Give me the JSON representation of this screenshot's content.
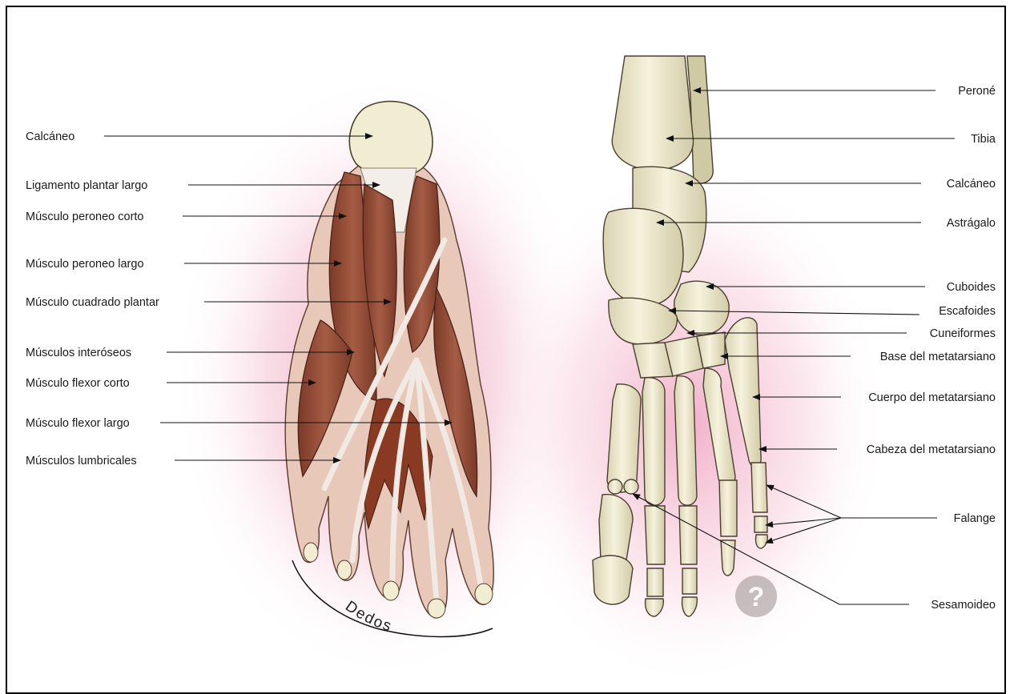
{
  "left_labels": [
    {
      "id": "calcaneo-left",
      "text": "Calcáneo"
    },
    {
      "id": "ligamento-plantar-largo",
      "text": "Ligamento plantar largo"
    },
    {
      "id": "musculo-peroneo-corto",
      "text": "Músculo peroneo corto"
    },
    {
      "id": "musculo-peroneo-largo",
      "text": "Músculo peroneo largo"
    },
    {
      "id": "musculo-cuadrado-plantar",
      "text": "Músculo cuadrado plantar"
    },
    {
      "id": "musculos-interoseos",
      "text": "Músculos interóseos"
    },
    {
      "id": "musculo-flexor-corto",
      "text": "Músculo flexor corto"
    },
    {
      "id": "musculo-flexor-largo",
      "text": "Músculo flexor largo"
    },
    {
      "id": "musculos-lumbricales",
      "text": "Músculos lumbricales"
    }
  ],
  "right_labels": [
    {
      "id": "perone",
      "text": "Peroné"
    },
    {
      "id": "tibia",
      "text": "Tibia"
    },
    {
      "id": "calcaneo-right",
      "text": "Calcáneo"
    },
    {
      "id": "astragalo",
      "text": "Astrágalo"
    },
    {
      "id": "cuboides",
      "text": "Cuboides"
    },
    {
      "id": "escafoides",
      "text": "Escafoides"
    },
    {
      "id": "cuneiformes",
      "text": "Cuneiformes"
    },
    {
      "id": "base-metatarsiano",
      "text": "Base del metatarsiano"
    },
    {
      "id": "cuerpo-metatarsiano",
      "text": "Cuerpo del metatarsiano"
    },
    {
      "id": "cabeza-metatarsiano",
      "text": "Cabeza del metatarsiano"
    },
    {
      "id": "falange",
      "text": "Falange"
    },
    {
      "id": "sesamoideo",
      "text": "Sesamoideo"
    }
  ],
  "dedos_label": "Dedos",
  "colors": {
    "bone": "#efead0",
    "bone_shadow": "#d6d0b0",
    "muscle": "#8e4b36",
    "muscle_dark": "#6e3020",
    "tendon": "#ebe3dc",
    "glow": "#f0a8c0",
    "watermark": "#9a8f8f"
  },
  "watermark_icon": "question-mark-icon"
}
